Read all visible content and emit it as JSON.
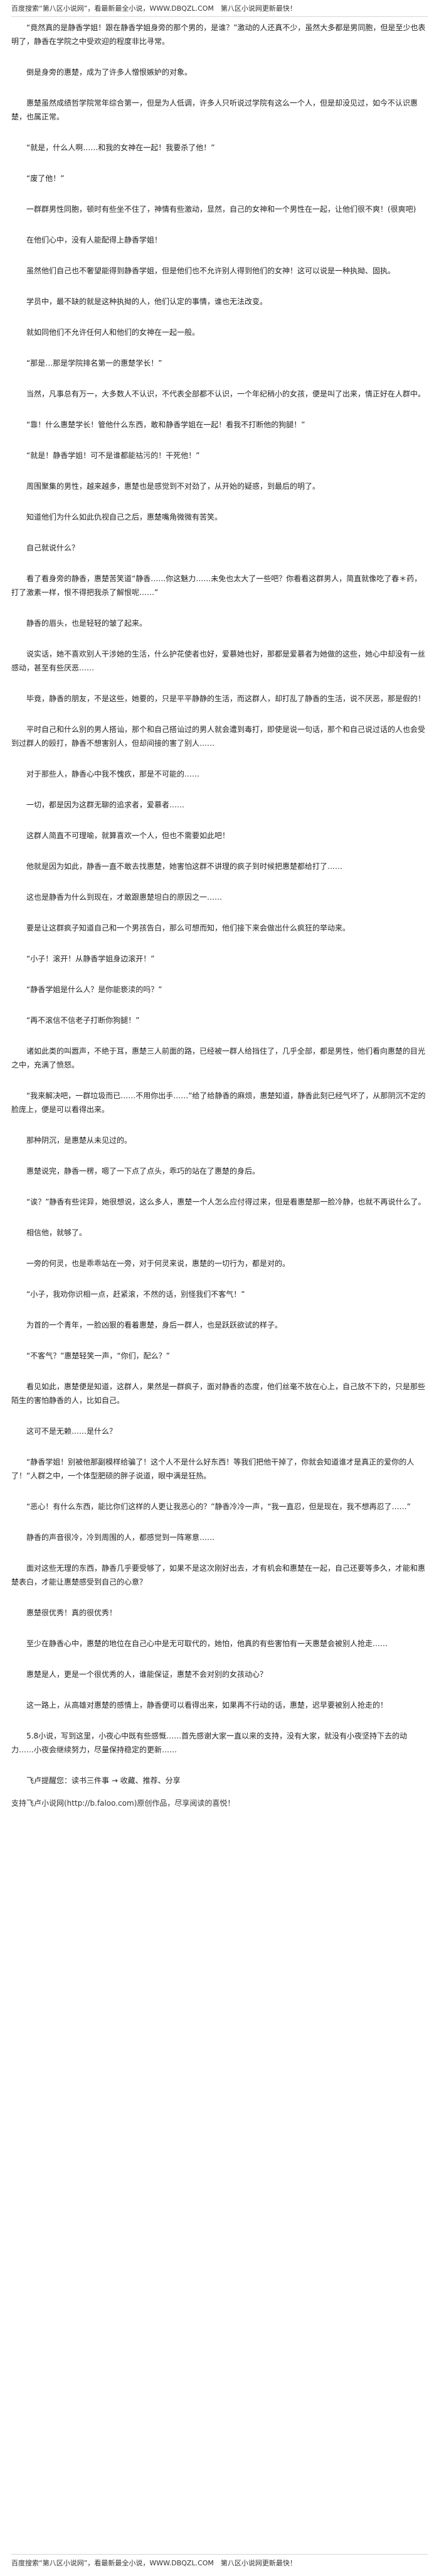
{
  "header_note": "百度搜索“第八区小说网”，看最新最全小说，WWW.DBQZL.COM　第八区小说网更新最快！",
  "footer_note": "百度搜索“第八区小说网”，看最新最全小说，WWW.DBQZL.COM　第八区小说网更新最快！",
  "paragraphs": [
    "“竟然真的是静香学姐！跟在静香学姐身旁的那个男的，是谁？”激动的人还真不少，虽然大多都是男同胞，但是至少也表明了，静香在学院之中受欢迎的程度非比寻常。",
    "倒是身旁的惠楚，成为了许多人憎恨嫉妒的对象。",
    "惠楚虽然成绩哲学院常年综合第一，但是为人低调，许多人只听说过学院有这么一个人，但是却没见过，如今不认识惠楚，也属正常。",
    "“就是，什么人啊……和我的女神在一起！我要杀了他！”",
    "“废了他！”",
    "一群群男性同胞，顿时有些坐不住了，神情有些激动，显然，自己的女神和一个男性在一起，让他们很不爽！(很爽吧)",
    "在他们心中，没有人能配得上静香学姐！",
    "虽然他们自己也不奢望能得到静香学姐，但是他们也不允许别人得到他们的女神！这可以说是一种执拗、固执。",
    "学员中，最不缺的就是这种执拗的人，他们认定的事情，谁也无法改变。",
    "就如同他们不允许任何人和他们的女神在一起一般。",
    "“那是…那是学院排名第一的惠楚学长！”",
    "当然，凡事总有万一，大多数人不认识，不代表全部都不认识，一个年纪稍小的女孩，便是叫了出来，情正好在人群中。",
    "“靠！什么惠楚学长！管他什么东西，敢和静香学姐在一起！看我不打断他的狗腿！”",
    "“就是！静香学姐！可不是谁都能祜污的！干死他！”",
    "周围聚集的男性，越来越多，惠楚也是感觉到不对劲了，从开始的疑惑，到最后的明了。",
    "知道他们为什么如此仇视自己之后，惠楚嘴角微微有苦笑。",
    "自己就说什么？",
    "看了看身旁的静香，惠楚苦笑道“静香……你这魅力……未免也太大了一些吧？你看看这群男人，简直就像吃了春＊药，打了激素一样，恨不得把我杀了解恨呢……”",
    "静香的眉头，也是轻轻的皱了起来。",
    "说实话，她不喜欢别人干涉她的生活，什么护花使者也好，爱慕她也好，那都是爱慕者为她做的这些，她心中却没有一丝感动，甚至有些厌恶……",
    "毕竟，静香的朋友，不是这些，她要的，只是平平静静的生活，而这群人，却打乱了静香的生活，说不厌恶，那是假的！",
    "平时自己和什么别的男人搭讪，那个和自己搭讪过的男人就会遭到毒打，即使是说一句话，那个和自己说过话的人也会受到过群人的殴打，静香不想害别人，但却间接的害了别人……",
    "对于那些人，静香心中我不愧疚，那是不可能的……",
    "一切，都是因为这群无聊的追求者，爱慕者……",
    "这群人简直不可理喻，就算喜欢一个人，但也不需要如此吧！",
    "他就是因为如此，静香一直不敢去找惠楚，她害怕这群不讲理的疯子到时候把惠楚都给打了……",
    "这也是静香为什么到现在，才敢跟惠楚坦白的原因之一……",
    "要是让这群疯子知道自己和一个男孩告白，那么可想而知，他们接下来会做出什么疯狂的举动来。",
    "“小子！滚开！从静香学姐身边滚开！”",
    "“静香学姐是什么人？是你能亵渎的吗？”",
    "“再不滚信不信老子打断你狗腿！”",
    "诸如此类的叫嚣声，不绝于耳，惠楚三人前面的路，已经被一群人给挡住了，几乎全部，都是男性，他们看向惠楚的目光之中，充满了愤怒。",
    "“我来解决吧，一群垃圾而已……不用你出手……”给了给静香的麻烦，惠楚知道，静香此刻已经气坏了，从那阴沉不定的脸庞上，便是可以看得出来。",
    "那种阴沉，是惠楚从未见过的。",
    "惠楚说完，静香一楞，嗯了一下点了点头，乖巧的站在了惠楚的身后。",
    "“诶？”静香有些诧异，她很想说，这么多人，惠楚一个人怎么应付得过来，但是看惠楚那一脸冷静，也就不再说什么了。",
    "相信他，就够了。",
    "一旁的何灵，也是乖乖站在一旁，对于何灵来说，惠楚的一切行为，都是对的。",
    "“小子，我劝你识相一点，赶紧滚，不然的话，别怪我们不客气！”",
    "为首的一个青年，一脸凶狠的看着惠楚，身后一群人，也是跃跃欲试的样子。",
    "“不客气？”惠楚轻笑一声，“你们，配么？”",
    "看见如此，惠楚便是知道，这群人，果然是一群疯子，面对静香的态度，他们丝毫不放在心上，自己放不下的，只是那些陌生的害怕静香的人，比如自己。",
    "这可不是无赖……是什么？",
    "“静香学姐！别被他那副模样给骗了！这个人不是什么好东西！等我们把他干掉了，你就会知道谁才是真正的爱你的人了！”人群之中，一个体型肥硕的胖子说道，眼中满是狂热。",
    "“恶心！有什么东西，能比你们这样的人更让我恶心的？”静香冷冷一声，“我一直忍，但是现在，我不想再忍了……”",
    "静香的声音很冷，冷到周围的人，都感觉到一阵寒意……",
    "面对这些无理的东西，静香几乎要受够了，如果不是这次刚好出去，才有机会和惠楚在一起，自己还要等多久，才能和惠楚表白，才能让惠楚感受到自己的心意？",
    "惠楚很优秀！真的很优秀！",
    "至少在静香心中，惠楚的地位在自己心中是无可取代的，她怕，他真的有些害怕有一天惠楚会被别人抢走……",
    "惠楚是人，更是一个很优秀的人，谁能保证，惠楚不会对别的女孩动心？",
    "这一路上，从高雄对惠楚的感情上，静香便可以看得出来，如果再不行动的话，惠楚，迟早要被别人抢走的！",
    "5.8小说，写到这里，小夜心中既有些感慨……首先感谢大家一直以来的支持，没有大家，就没有小夜坚持下去的动力……小夜会继续努力，尽量保持稳定的更新……",
    "飞卢提醒您：读书三件事 → 收藏、推荐、分享",
    "支持飞卢小说网(http://b.faloo.com)原创作品，尽享阅读的喜悦！"
  ]
}
